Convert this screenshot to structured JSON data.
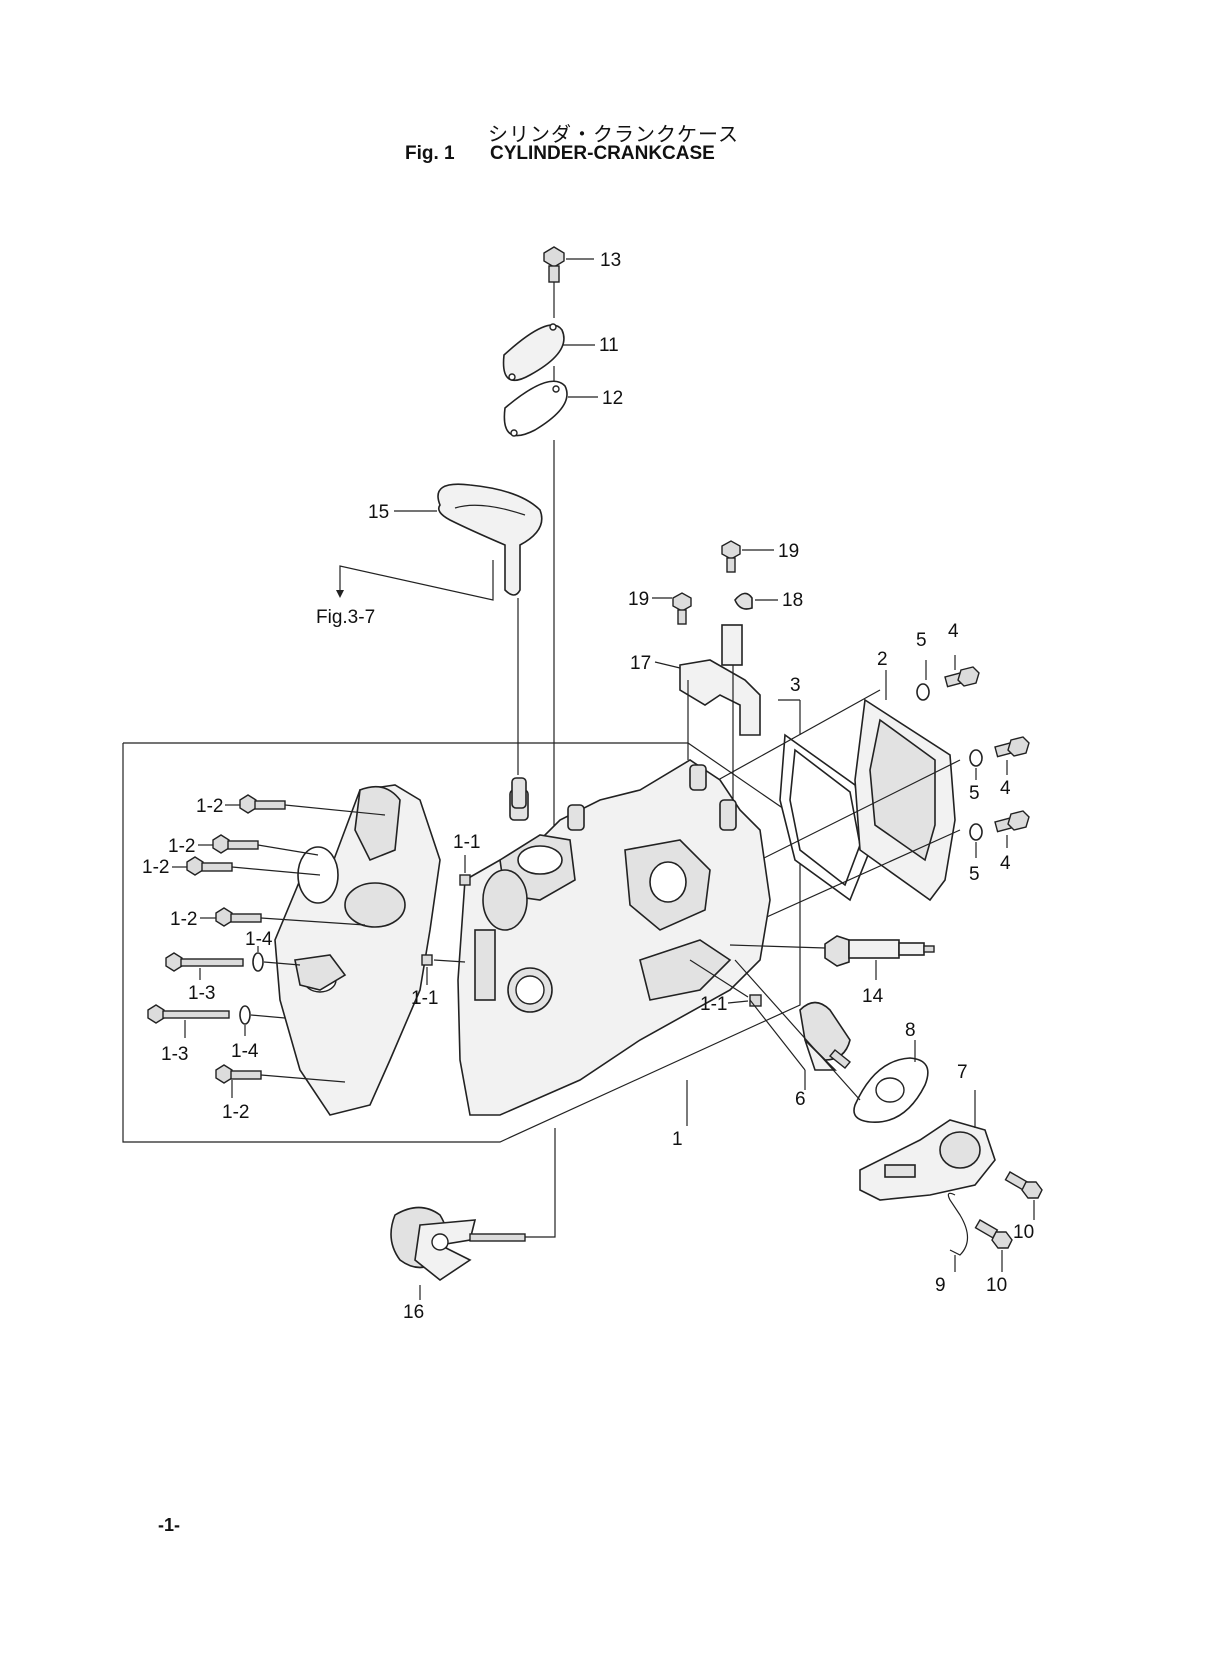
{
  "header": {
    "title_jp": "シリンダ・クランクケース",
    "fig_label": "Fig. 1",
    "title_en": "CYLINDER-CRANKCASE"
  },
  "footer": {
    "page_number": "-1-"
  },
  "diagram": {
    "reference_label": "Fig.3-7",
    "callouts": [
      "13",
      "11",
      "12",
      "15",
      "19",
      "19",
      "18",
      "17",
      "3",
      "2",
      "5",
      "4",
      "4",
      "5",
      "4",
      "5",
      "1-2",
      "1-2",
      "1-2",
      "1-1",
      "1-2",
      "1-4",
      "1-3",
      "1-1",
      "14",
      "1-1",
      "8",
      "6",
      "1-3",
      "1-4",
      "7",
      "1-2",
      "1",
      "10",
      "10",
      "9",
      "16"
    ]
  }
}
